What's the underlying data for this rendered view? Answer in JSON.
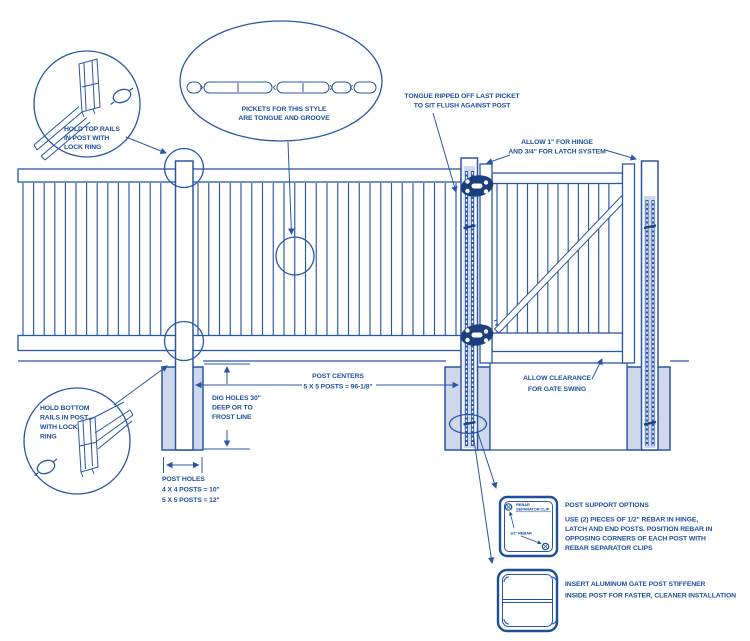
{
  "diagram_title": "Fence and gate installation diagram",
  "colors": {
    "line": "#2a57a5",
    "dark": "#1b3f7e",
    "light_fill": "#cfd8ea",
    "text": "#1d4f9c",
    "background": "#ffffff"
  },
  "callouts": {
    "top_rail": {
      "lines": [
        "HOLD TOP RAILS",
        "IN POST WITH",
        "LOCK RING"
      ]
    },
    "pickets": {
      "lines": [
        "PICKETS FOR THIS STYLE",
        "ARE TONGUE AND GROOVE"
      ]
    },
    "tongue": {
      "lines": [
        "TONGUE RIPPED OFF LAST PICKET",
        "TO SIT FLUSH AGAINST POST"
      ]
    },
    "hinge_latch": {
      "lines": [
        "ALLOW 1\" FOR HINGE",
        "AND 3/4\" FOR LATCH SYSTEM"
      ]
    },
    "post_centers": {
      "lines": [
        "POST CENTERS",
        "5 X 5 POSTS = 96-1/8\""
      ]
    },
    "dig_holes": {
      "lines": [
        "DIG HOLES 30\"",
        "DEEP OR TO",
        "FROST LINE"
      ]
    },
    "post_holes": {
      "lines": [
        "POST HOLES",
        "4 X 4 POSTS = 10\"",
        "5 X 5 POSTS = 12\""
      ]
    },
    "bottom_rail": {
      "lines": [
        "HOLD BOTTOM",
        "RAILS IN POST",
        "WITH LOCK",
        "RING"
      ]
    },
    "gate_swing": {
      "lines": [
        "ALLOW CLEARANCE",
        "FOR GATE SWING"
      ]
    },
    "rebar_detail": {
      "clip_label_lines": [
        "REBAR",
        "SEPARATOR CLIP"
      ],
      "rebar_label": "1/2\" REBAR"
    },
    "post_support": {
      "heading": "POST SUPPORT OPTIONS",
      "body_lines": [
        "USE (2) PIECES OF 1/2\" REBAR IN HINGE,",
        "LATCH AND END POSTS. POSITION REBAR IN",
        "OPPOSING CORNERS OF EACH POST WITH",
        "REBAR SEPARATOR CLIPS"
      ]
    },
    "stiffener": {
      "lines": [
        "INSERT ALUMINUM GATE POST STIFFENER",
        "INSIDE POST FOR FASTER, CLEANER INSTALLATION"
      ]
    }
  }
}
